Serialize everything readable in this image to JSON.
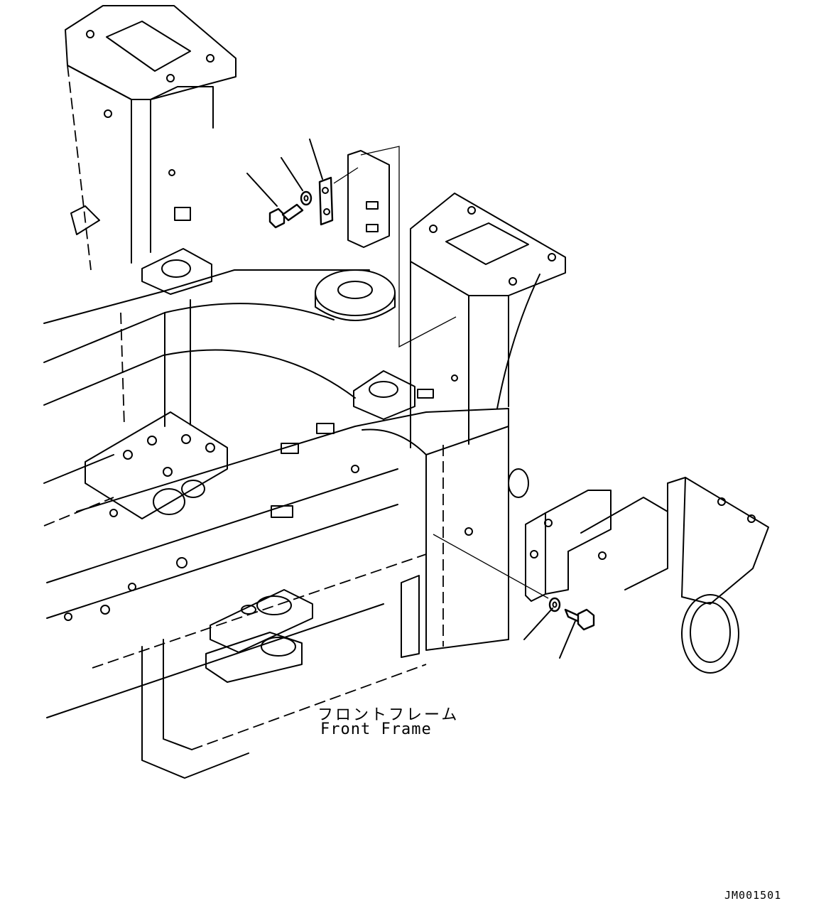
{
  "figure": {
    "part_label_jp": "フロントフレーム",
    "part_label_en": "Front Frame",
    "drawing_number": "JM001501"
  }
}
